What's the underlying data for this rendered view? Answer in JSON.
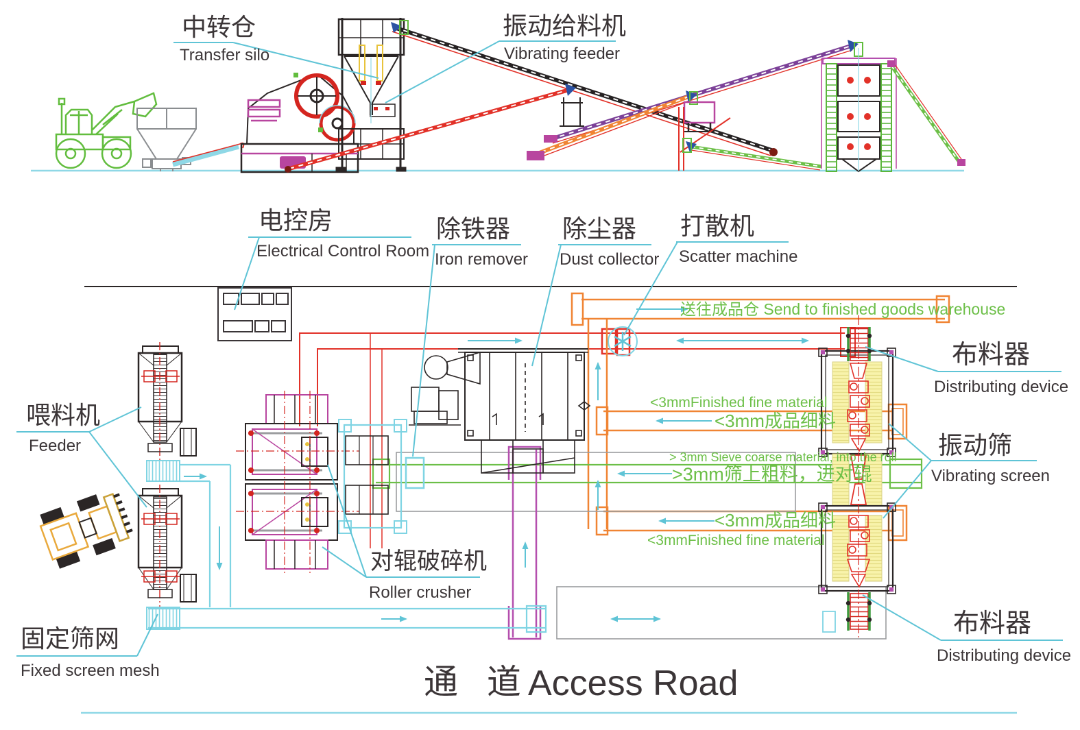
{
  "diagram": {
    "type": "plant-layout-drawing",
    "views": [
      "elevation",
      "plan"
    ]
  },
  "labels": {
    "transfer_silo": {
      "zh": "中转仓",
      "en": "Transfer silo"
    },
    "vibrating_feeder": {
      "zh": "振动给料机",
      "en": "Vibrating feeder"
    },
    "electrical_control_room": {
      "zh": "电控房",
      "en": "Electrical Control Room"
    },
    "iron_remover": {
      "zh": "除铁器",
      "en": "Iron remover"
    },
    "dust_collector": {
      "zh": "除尘器",
      "en": "Dust collector"
    },
    "scatter_machine": {
      "zh": "打散机",
      "en": "Scatter machine"
    },
    "distributing_device_top": {
      "zh": "布料器",
      "en": "Distributing device"
    },
    "vibrating_screen": {
      "zh": "振动筛",
      "en": "Vibrating screen"
    },
    "distributing_device_bottom": {
      "zh": "布料器",
      "en": "Distributing device"
    },
    "feeder": {
      "zh": "喂料机",
      "en": "Feeder"
    },
    "fixed_screen_mesh": {
      "zh": "固定筛网",
      "en": "Fixed screen mesh"
    },
    "roller_crusher": {
      "zh": "对辊破碎机",
      "en": "Roller crusher"
    }
  },
  "flows": {
    "send_to_warehouse": "送往成品仓 Send to finished goods warehouse",
    "fine_material_en": "<3mmFinished fine material",
    "fine_material_zh": "<3mm成品细料",
    "coarse_material_en": "> 3mm Sieve coarse material, into the roll",
    "coarse_material_zh": ">3mm筛上粗料，进对辊"
  },
  "access_road": {
    "zh": "通 道",
    "en": "Access Road"
  },
  "colors": {
    "leader_cyan": "#5fc4d6",
    "mesh_cyan": "#7fd4e3",
    "flow_green": "#6cbf47",
    "conveyor_red": "#e23128",
    "conveyor_orange": "#f08433",
    "conveyor_purple": "#7c4198",
    "plan_purple": "#b44fae",
    "machine_magenta": "#b8459f",
    "loader_green": "#62bd3e",
    "loader_yellow": "#e9a93c",
    "screen_yellow": "#f8f3ab",
    "pulley_blue": "#2b52a3",
    "line_black": "#2b2626",
    "line_gray": "#9b9d9f",
    "text_dark": "#3b3537"
  }
}
